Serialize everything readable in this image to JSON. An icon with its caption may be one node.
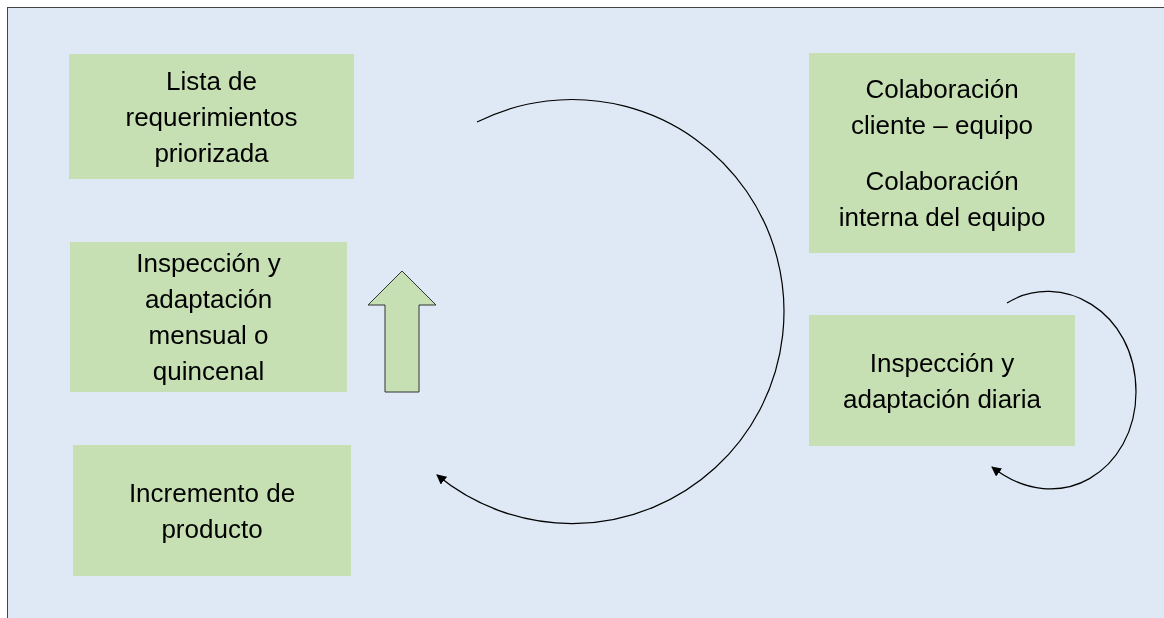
{
  "diagram": {
    "nodes": [
      {
        "text": [
          "Lista de requerimientos priorizada"
        ]
      },
      {
        "text": [
          "Inspección y adaptación mensual o quincenal"
        ]
      },
      {
        "text": [
          "Incremento de producto"
        ]
      },
      {
        "text": [
          "Colaboración cliente – equipo",
          "Colaboración interna del equipo"
        ]
      },
      {
        "text": [
          "Inspección y adaptación diaria"
        ]
      }
    ]
  }
}
